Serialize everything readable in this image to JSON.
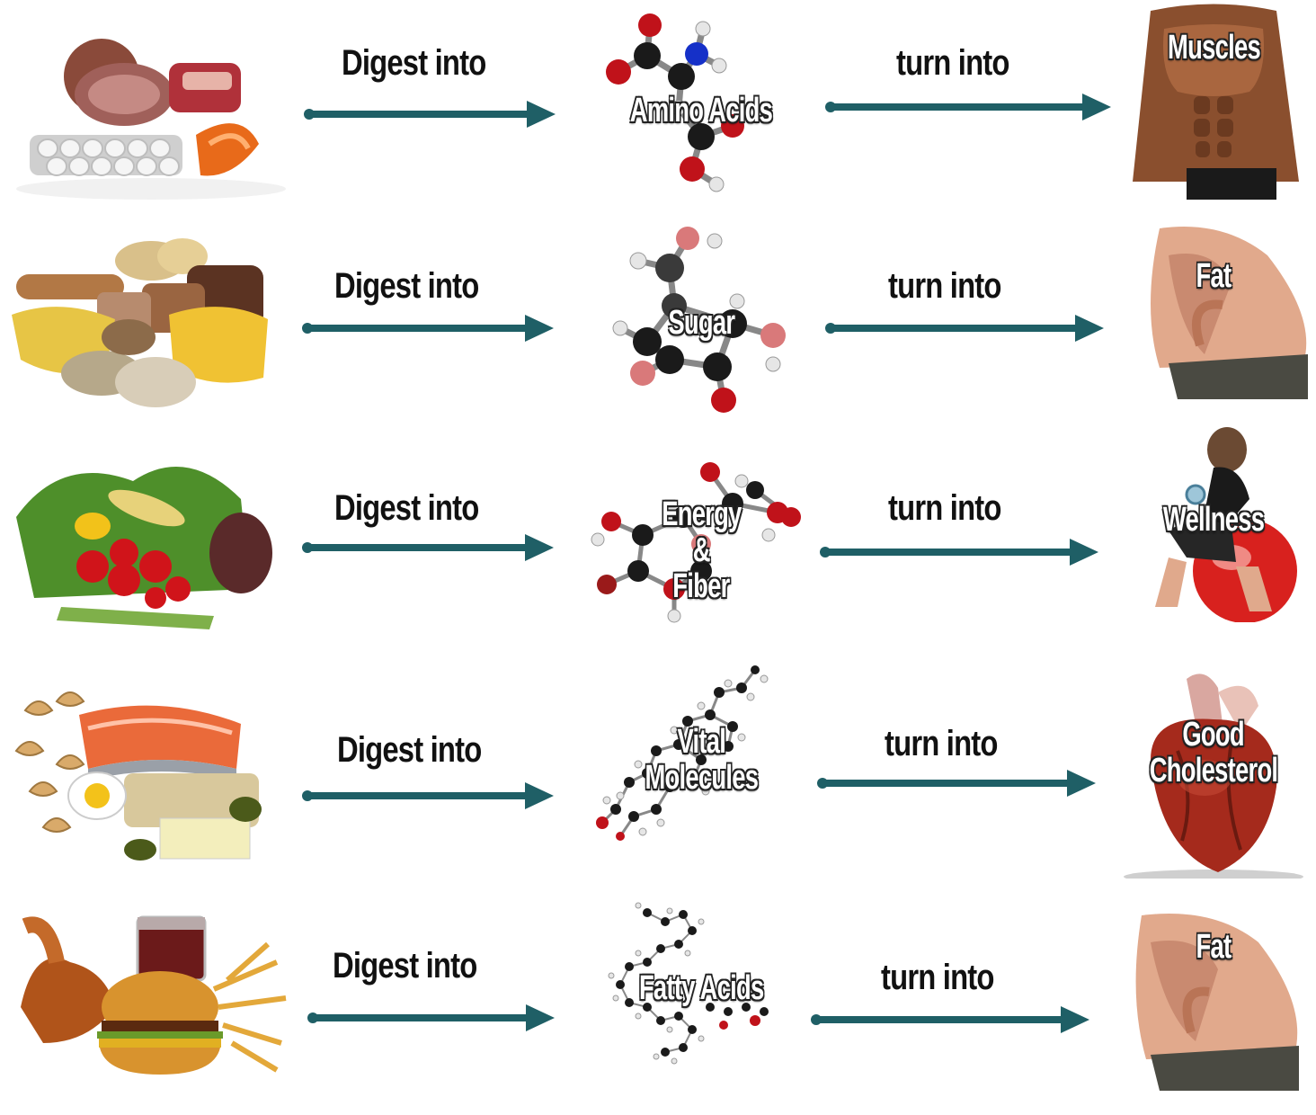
{
  "rows": [
    {
      "food_icon": "protein-foods-icon",
      "digest_label": "Digest into",
      "molecule_icon": "amino-acid-molecule-icon",
      "molecule_label": "Amino Acids",
      "turn_label": "turn into",
      "result_icon": "muscular-torso-icon",
      "result_label": "Muscles"
    },
    {
      "food_icon": "carbohydrate-foods-icon",
      "digest_label": "Digest into",
      "molecule_icon": "sugar-molecule-icon",
      "molecule_label": "Sugar",
      "turn_label": "turn into",
      "result_icon": "belly-fat-icon",
      "result_label": "Fat"
    },
    {
      "food_icon": "vegetables-icon",
      "digest_label": "Digest into",
      "molecule_icon": "fiber-molecule-icon",
      "molecule_label_lines": [
        "Energy",
        "&",
        "Fiber"
      ],
      "turn_label": "turn into",
      "result_icon": "exercise-ball-woman-icon",
      "result_label": "Wellness"
    },
    {
      "food_icon": "healthy-fats-icon",
      "digest_label": "Digest into",
      "molecule_icon": "vital-molecule-icon",
      "molecule_label_lines": [
        "Vital",
        "Molecules"
      ],
      "turn_label": "turn into",
      "result_icon": "heart-icon",
      "result_label_lines": [
        "Good",
        "Cholesterol"
      ]
    },
    {
      "food_icon": "fast-food-icon",
      "digest_label": "Digest into",
      "molecule_icon": "fatty-acid-molecule-icon",
      "molecule_label": "Fatty Acids",
      "turn_label": "turn into",
      "result_icon": "belly-fat-icon",
      "result_label": "Fat"
    }
  ],
  "colors": {
    "arrow": "#1f5f66",
    "label_text": "#111111",
    "overlay_text": "#ffffff",
    "atom_carbon": "#1a1a1a",
    "atom_oxygen": "#c0121a",
    "atom_hydrogen": "#e6e6e6",
    "atom_nitrogen": "#1530c8"
  }
}
